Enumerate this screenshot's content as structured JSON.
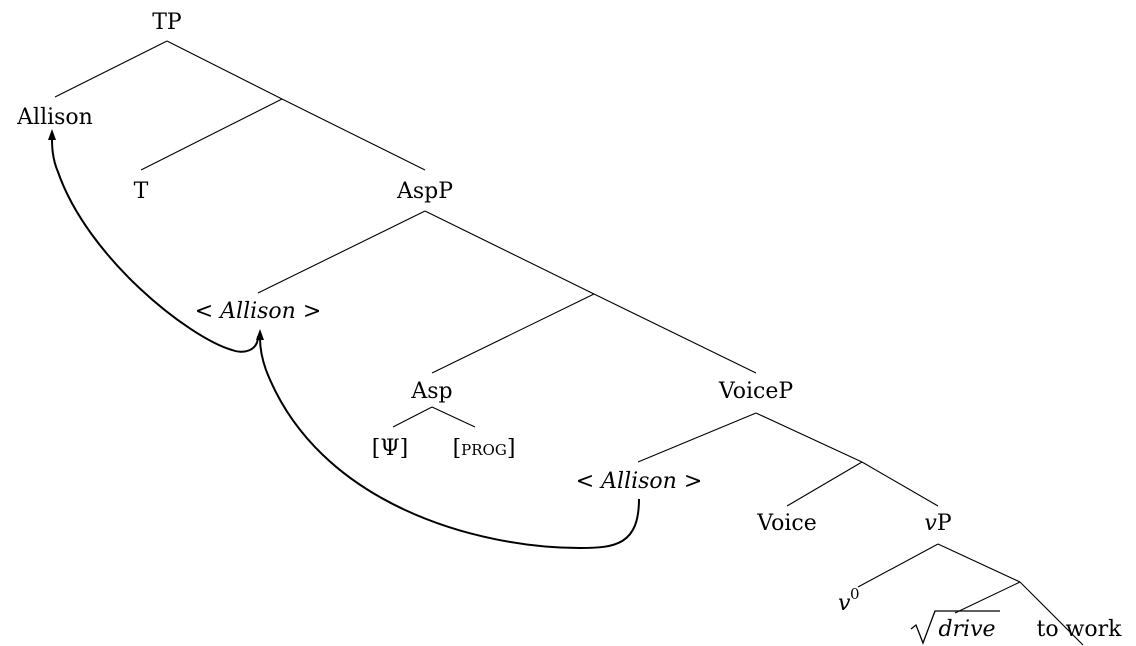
{
  "tree": {
    "tp": "TP",
    "allison": "Allison",
    "t": "T",
    "aspp": "AspP",
    "trace_lt": "<",
    "trace_word": "Allison",
    "trace_gt": ">",
    "asp": "Asp",
    "psi": "[Ψ]",
    "prog_open": "[",
    "prog_word": "prog",
    "prog_close": "]",
    "voicep": "VoiceP",
    "voice": "Voice",
    "vp_v": "v",
    "vp_p": "P",
    "v0_v": "v",
    "v0_sup": "0",
    "drive": "drive",
    "to_work": "to work"
  }
}
